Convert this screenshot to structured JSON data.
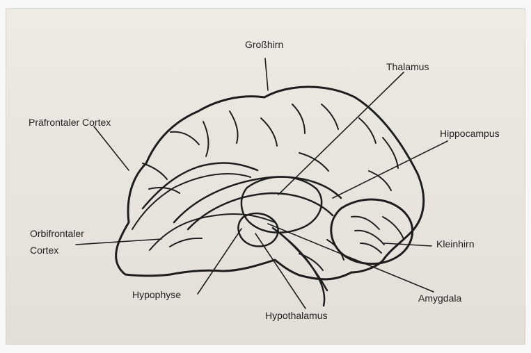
{
  "labels": {
    "grosshirn": "Großhirn",
    "thalamus": "Thalamus",
    "praefrontaler_cortex": "Präfrontaler Cortex",
    "hippocampus": "Hippocampus",
    "orbifrontaler_cortex_line1": "Orbifrontaler",
    "orbifrontaler_cortex_line2": "Cortex",
    "kleinhirn": "Kleinhirn",
    "hypophyse": "Hypophyse",
    "amygdala": "Amygdala",
    "hypothalamus": "Hypothalamus"
  },
  "colors": {
    "line": "#1d1d1d",
    "paper": "#ebe7e1"
  }
}
